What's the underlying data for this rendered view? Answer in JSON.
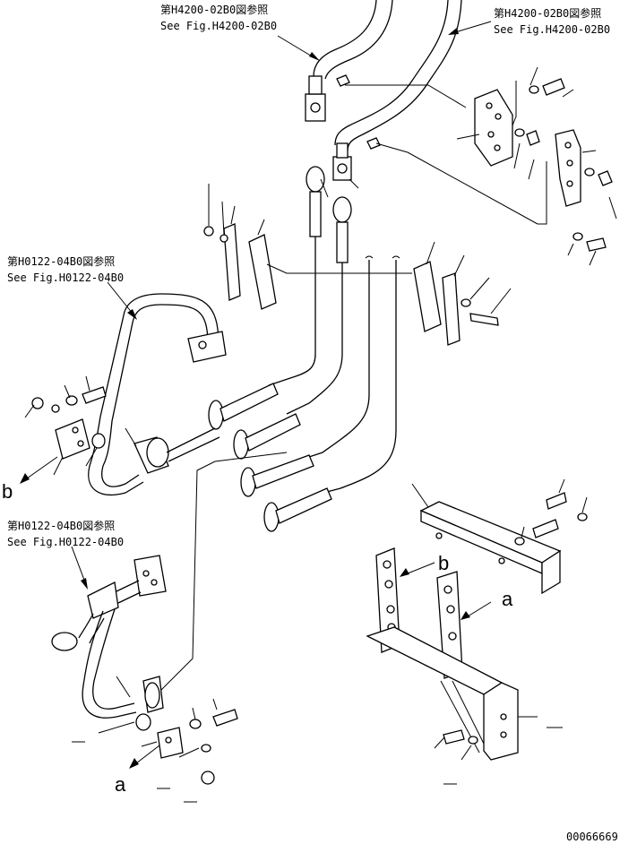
{
  "references": {
    "top_center": {
      "jp": "第H4200-02B0図参照",
      "en": "See Fig.H4200-02B0"
    },
    "top_right": {
      "jp": "第H4200-02B0図参照",
      "en": "See Fig.H4200-02B0"
    },
    "mid_left": {
      "jp": "第H0122-04B0図参照",
      "en": "See Fig.H0122-04B0"
    },
    "lower_left": {
      "jp": "第H0122-04B0図参照",
      "en": "See Fig.H0122-04B0"
    }
  },
  "view_markers": {
    "b_left": "b",
    "b_right": "b",
    "a_right": "a",
    "a_bottom": "a"
  },
  "drawing_number": "00066669"
}
